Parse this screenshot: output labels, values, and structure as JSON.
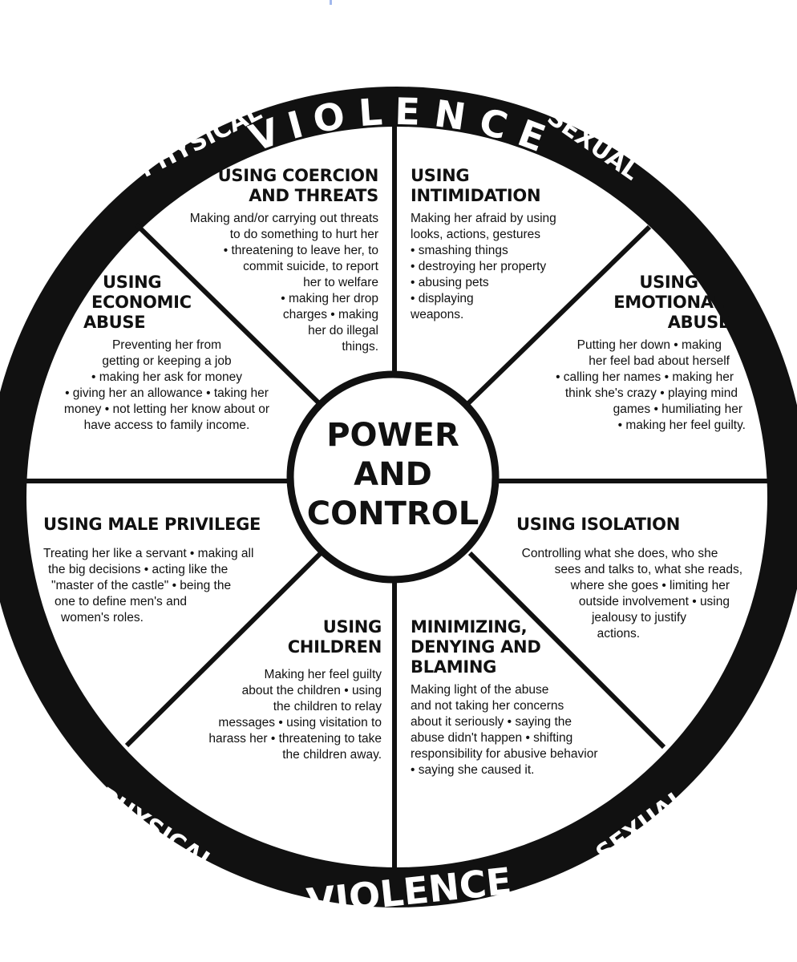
{
  "colors": {
    "rim": "#111111",
    "background": "#ffffff",
    "ink": "#111111"
  },
  "rim": {
    "top_violence": "VIOLENCE",
    "top_physical": "PHYSICAL",
    "top_sexual": "SEXUAL",
    "bottom_violence": "VIOLENCE",
    "bottom_physical": "PHYSICAL",
    "bottom_sexual": "SEXUAL"
  },
  "center": {
    "line1": "POWER",
    "line2": "AND",
    "line3": "CONTROL"
  },
  "segments": {
    "coercion": {
      "title_lines": [
        "USING COERCION",
        "AND THREATS"
      ],
      "body_lines": [
        "Making and/or carrying out threats",
        "to do something to hurt her",
        "• threatening to leave her, to",
        "commit suicide, to report",
        "her to welfare",
        "• making her drop",
        "charges • making",
        "her do illegal",
        "things."
      ]
    },
    "intimidation": {
      "title_lines": [
        "USING",
        "INTIMIDATION"
      ],
      "body_lines": [
        "Making her afraid by using",
        "looks, actions, gestures",
        "• smashing things",
        "• destroying her property",
        "• abusing pets",
        "• displaying",
        "weapons."
      ]
    },
    "emotional": {
      "title_lines": [
        "USING",
        "EMOTIONAL",
        "ABUSE"
      ],
      "body_lines": [
        "Putting her down • making",
        "her feel bad about herself",
        "• calling her names • making her",
        "think she's crazy • playing mind",
        "games • humiliating her",
        "• making her feel guilty."
      ]
    },
    "isolation": {
      "title_lines": [
        "USING ISOLATION"
      ],
      "body_lines": [
        "Controlling what she does, who she",
        "sees and talks to, what she reads,",
        "where she goes • limiting her",
        "outside involvement • using",
        "jealousy to justify",
        "actions."
      ]
    },
    "minimizing": {
      "title_lines": [
        "MINIMIZING,",
        "DENYING AND",
        "BLAMING"
      ],
      "body_lines": [
        "Making light of the abuse",
        "and not taking her concerns",
        "about it seriously • saying the",
        "abuse didn't happen • shifting",
        "responsibility for abusive behavior",
        "• saying she caused it."
      ]
    },
    "children": {
      "title_lines": [
        "USING",
        "CHILDREN"
      ],
      "body_lines": [
        "Making her feel guilty",
        "about the children • using",
        "the children to relay",
        "messages • using visitation to",
        "harass her • threatening to take",
        "the children away."
      ]
    },
    "male_privilege": {
      "title_lines": [
        "USING MALE PRIVILEGE"
      ],
      "body_lines": [
        "Treating her like a servant • making all",
        "the big decisions • acting like the",
        "\"master of the castle\" • being the",
        "one to define men's and",
        "women's roles."
      ]
    },
    "economic": {
      "title_lines": [
        "USING",
        "ECONOMIC",
        "ABUSE"
      ],
      "body_lines": [
        "Preventing her from",
        "getting or keeping a job",
        "• making her ask for money",
        "• giving her an allowance • taking her",
        "money • not letting her know about or",
        "have access to family income."
      ]
    }
  }
}
